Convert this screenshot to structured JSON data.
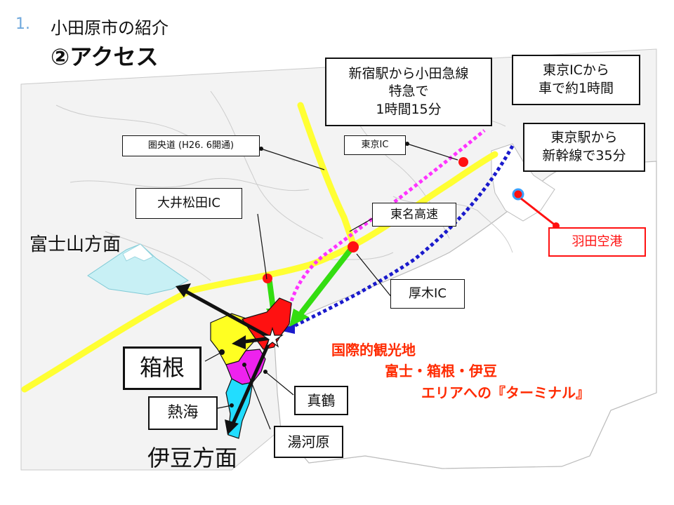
{
  "header": {
    "number": "1.",
    "title": "小田原市の紹介",
    "subtitle": "②アクセス"
  },
  "labels": {
    "shinjuku": [
      "新宿駅から小田急線",
      "特急で",
      "1時間15分"
    ],
    "tokyo_ic_car": [
      "東京ICから",
      "車で約1時間"
    ],
    "tokyo_station": [
      "東京駅から",
      "新幹線で35分"
    ],
    "tokyo_ic": "東京IC",
    "ken_odo": "圏央道 (H26. 6開通)",
    "oimatsuda_ic": "大井松田IC",
    "tomei": "東名高速",
    "atsugi_ic": "厚木IC",
    "haneda": "羽田空港",
    "fuji_direction": "富士山方面",
    "hakone": "箱根",
    "atami": "熱海",
    "izu_direction": "伊豆方面",
    "yugawara": "湯河原",
    "manazuru": "真鶴"
  },
  "tagline": {
    "line1": "国際的観光地",
    "line2": "富士・箱根・伊豆",
    "line3": "エリアへの『ターミナル』"
  },
  "colors": {
    "expressway": "#ffff33",
    "odakyu": "#ff33ff",
    "shinkansen": "#1a1acc",
    "road_arrow": "#33dd11",
    "haneda": "#ff0000",
    "tagline": "#ff2a00",
    "odawara": "#ff1111",
    "hakone_area": "#ffff22",
    "yugawara_area": "#ee22ee",
    "atami_area": "#22ddff"
  }
}
